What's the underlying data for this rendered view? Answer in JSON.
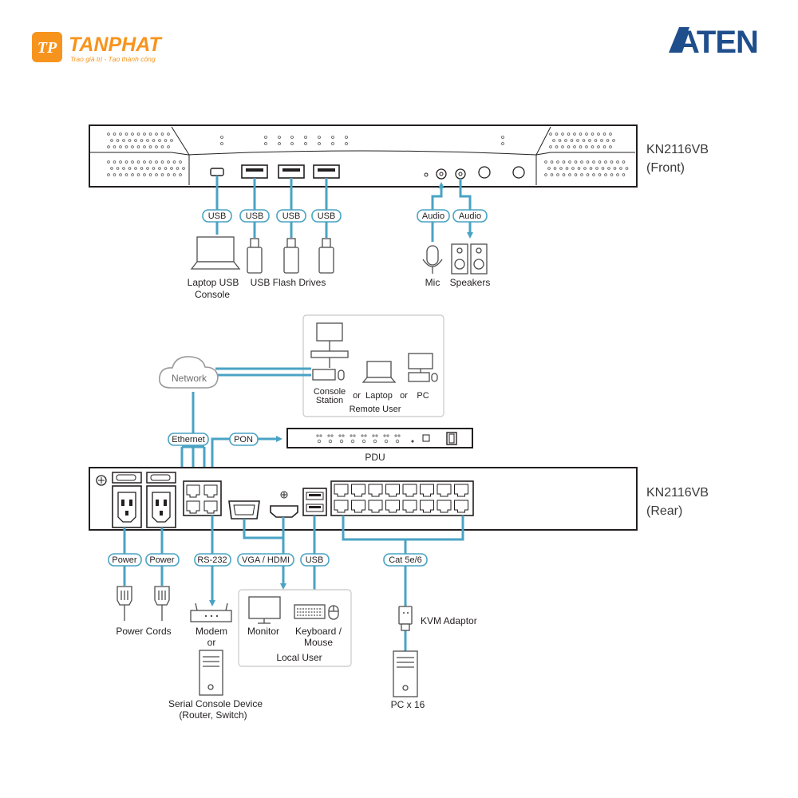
{
  "brand": {
    "left_name": "TANPHAT",
    "left_slogan": "Trao giá trị - Tạo thành công",
    "right_name": "ATEN",
    "left_color": "#f7941d",
    "right_color": "#1f4e8c"
  },
  "colors": {
    "wire": "#4aa3c4"
  },
  "front": {
    "model": "KN2116VB",
    "view": "(Front)",
    "labels": {
      "usb1": "USB",
      "usb2": "USB",
      "usb3": "USB",
      "usb4": "USB",
      "audio1": "Audio",
      "audio2": "Audio"
    },
    "captions": {
      "laptop_line1": "Laptop USB",
      "laptop_line2": "Console",
      "flash": "USB Flash Drives",
      "mic": "Mic",
      "speakers": "Speakers"
    }
  },
  "network": {
    "cloud": "Network",
    "remote": {
      "console_line1": "Console",
      "console_line2": "Station",
      "or1": "or",
      "laptop": "Laptop",
      "or2": "or",
      "pc": "PC",
      "title": "Remote User"
    },
    "ethernet": "Ethernet",
    "pon": "PON",
    "pdu": "PDU"
  },
  "rear": {
    "model": "KN2116VB",
    "view": "(Rear)",
    "labels": {
      "power1": "Power",
      "power2": "Power",
      "rs232": "RS-232",
      "vga_hdmi": "VGA / HDMI",
      "usb": "USB",
      "cat": "Cat 5e/6"
    },
    "captions": {
      "power_cords": "Power Cords",
      "modem": "Modem",
      "modem_or": "or",
      "serial_line1": "Serial Console Device",
      "serial_line2": "(Router, Switch)",
      "monitor": "Monitor",
      "kbd_line1": "Keyboard /",
      "kbd_line2": "Mouse",
      "local_user": "Local User",
      "kvm_adaptor": "KVM Adaptor",
      "pc_x16": "PC x 16"
    }
  },
  "icons": [
    "tanphat-logo-icon",
    "aten-logo-icon",
    "laptop-icon",
    "usb-flash-drive-icon",
    "microphone-icon",
    "speakers-icon",
    "cloud-icon",
    "monitor-icon",
    "keyboard-icon",
    "mouse-icon",
    "power-cord-icon",
    "modem-icon",
    "tower-pc-icon",
    "kvm-adaptor-icon"
  ]
}
